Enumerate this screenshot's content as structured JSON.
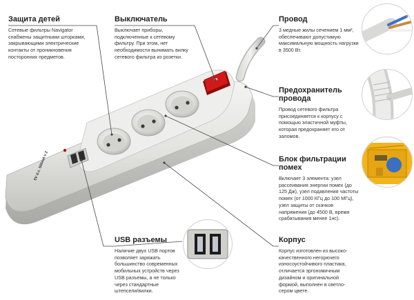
{
  "callouts": {
    "child": {
      "title": "Защита детей",
      "text": "Сетевые фильтры Navigator снабжены защитными шторками, закрывающими электрические контакты от проникновения посторонних предметов."
    },
    "switch": {
      "title": "Выключатель",
      "text": "Выключает приборы, подключенные к сетевому фильтру. При этом, нет необходимости вынимать вилку сетевого фильтра из розетки."
    },
    "wire": {
      "title": "Провод",
      "text": "3 медные жилы сечением 1 мм², обеспечивают допустимую максимальную мощность нагрузки в 3500 Вт."
    },
    "fuse": {
      "title": "Предохранитель провода",
      "text": "Провод сетевого фильтра присоединяется к корпусу с помощью эластичной муфты, которая предохраняет его от заломов."
    },
    "filter": {
      "title": "Блок фильтрации помех",
      "text": "Включает 3 элемента: узел рассеивания энергии помех (до 125 Дж), узел подавления частоты помех (от 1000 КГц до 100 МГц), узел защиты от скачков напряжения (до 4500 В, время срабатывания менее 1нс)."
    },
    "usb": {
      "title": "USB разъемы",
      "text": "Наличие двух USB портов позволяет заряжать большинство современных мобильных устройств через USB разъемы, а не только через стандартные штепсели/вилки."
    },
    "body": {
      "title": "Корпус",
      "text": "Корпус изготовлен из высоко-качественного негорючего износоустойчивого пластика, отличается эргономичным дизайном и оригинальной формой, выполнен в светло-сером цвете."
    }
  },
  "device": {
    "usb_marking": "5V d.c. 500mA x 2"
  },
  "colors": {
    "body": "#e4e4e2",
    "body_shadow": "#bdbdbb",
    "switch": "#d11919",
    "leader": "#444444",
    "filter_board": "#f2b51b"
  }
}
